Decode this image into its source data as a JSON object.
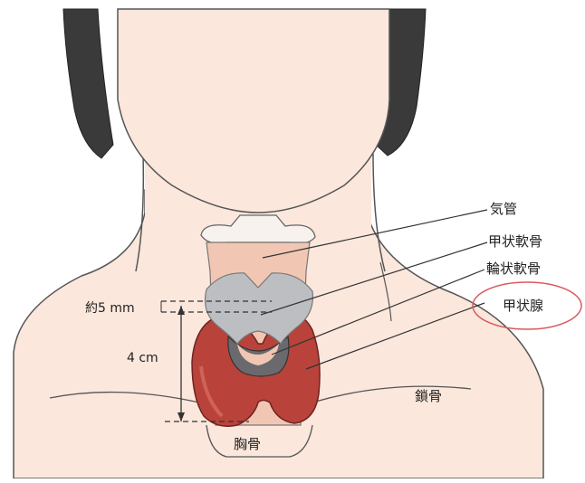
{
  "labels": {
    "trachea": "気管",
    "thyroid_cartilage": "甲状軟骨",
    "cricoid_cartilage": "輪状軟骨",
    "thyroid_gland": "甲状腺",
    "clavicle": "鎖骨",
    "sternum": "胸骨"
  },
  "measurements": {
    "isthmus_thickness": "約5 mm",
    "gland_height": "4 cm"
  },
  "colors": {
    "skin": "#fbe7dc",
    "outline": "#555555",
    "hair": "#3a3a3a",
    "thyroid_gland": "#b9433a",
    "thyroid_cartilage": "#bdbec2",
    "trachea": "#f1c7b3",
    "highlight_circle": "#d9595f"
  },
  "icons": {
    "highlight": "ellipse-highlight-around-thyroid-gland-label"
  }
}
